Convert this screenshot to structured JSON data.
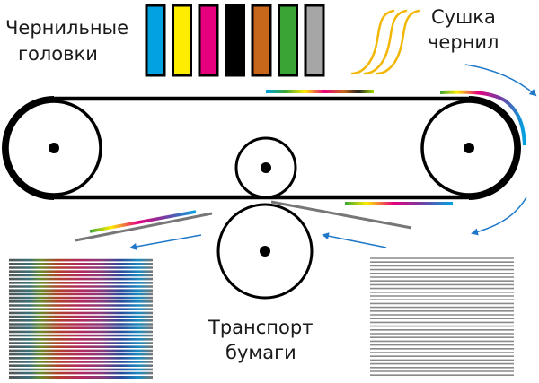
{
  "labels": {
    "print_heads": [
      "Чернильные",
      "головки"
    ],
    "drying": [
      "Сушка",
      "чернил"
    ],
    "paper_transport": [
      "Транспорт",
      "бумаги"
    ]
  },
  "ink_colors": [
    {
      "name": "cyan",
      "hex": "#00a3e0"
    },
    {
      "name": "yellow",
      "hex": "#ffed00"
    },
    {
      "name": "magenta",
      "hex": "#e6007e"
    },
    {
      "name": "black",
      "hex": "#000000"
    },
    {
      "name": "orange",
      "hex": "#c8661a"
    },
    {
      "name": "green",
      "hex": "#3aa535"
    },
    {
      "name": "gray",
      "hex": "#a6a6a6"
    }
  ],
  "colors": {
    "arrow": "#1f78c8",
    "heat": "#f2b705",
    "belt": "#000000",
    "paper": "#888888"
  }
}
